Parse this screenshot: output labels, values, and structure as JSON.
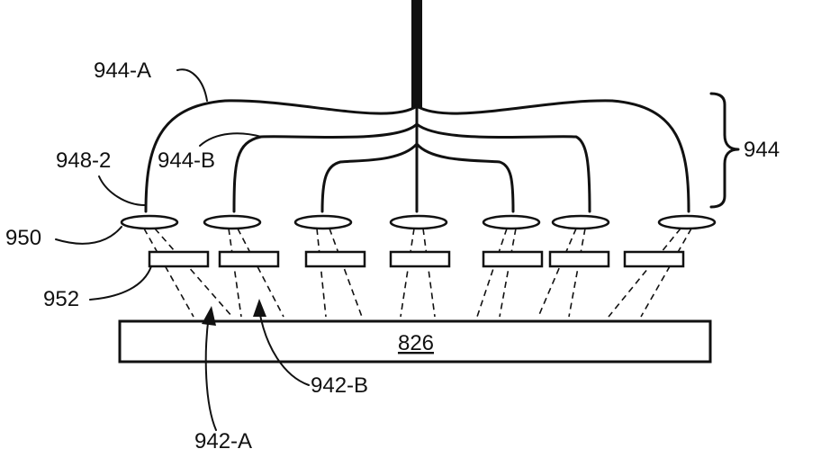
{
  "labels": {
    "bundle_a": "944-A",
    "bundle_b": "944-B",
    "fiber_end": "948-2",
    "bundle_group": "944",
    "lens_row": "950",
    "block_row": "952",
    "wafer": "826",
    "beam_b": "942-B",
    "beam_a": "942-A"
  }
}
